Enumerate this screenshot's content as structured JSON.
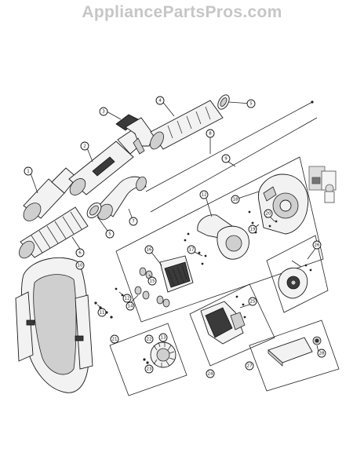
{
  "header": {
    "watermark": "AppliancePartsPros.com"
  },
  "callouts": [
    "1",
    "2",
    "3",
    "4",
    "5",
    "5",
    "6",
    "7",
    "8",
    "9",
    "10",
    "11",
    "12",
    "12",
    "13",
    "14",
    "15",
    "16",
    "17",
    "18",
    "19",
    "20",
    "21",
    "22",
    "23",
    "24",
    "25",
    "26",
    "27",
    "28"
  ]
}
